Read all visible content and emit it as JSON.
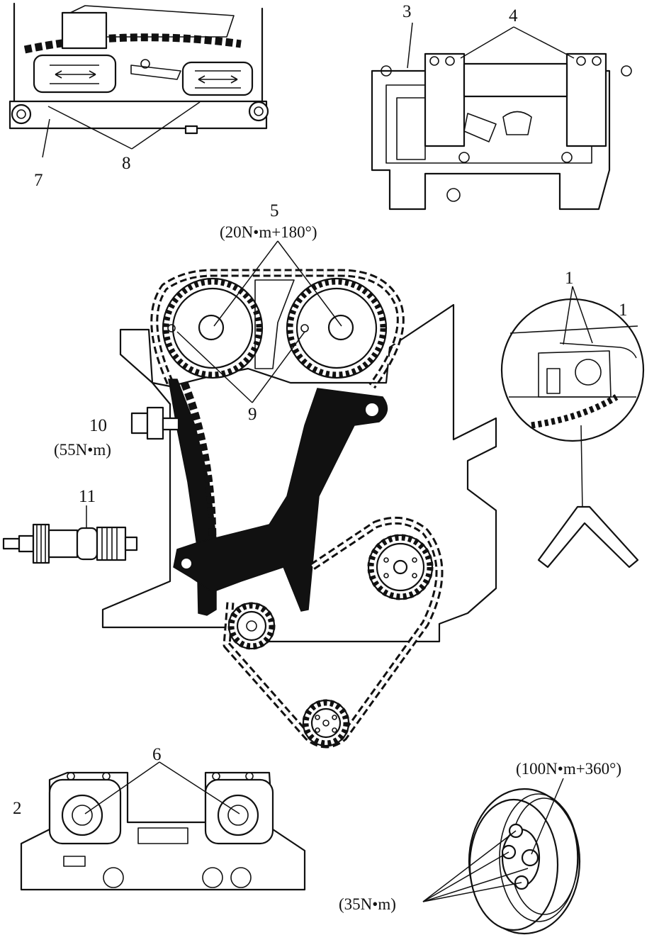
{
  "labels": {
    "l1a": "1",
    "l1b": "1",
    "l2": "2",
    "l3": "3",
    "l4": "4",
    "l5": "5",
    "l6": "6",
    "l7": "7",
    "l8": "8",
    "l9": "9",
    "l10": "10",
    "l11": "11"
  },
  "torques": {
    "camshaft_bolts": "(20N•m+180°)",
    "tensioner": "(55N•m)",
    "crank_center_bolt": "(100N•m+360°)",
    "pulley_bolts": "(35N•m)"
  }
}
